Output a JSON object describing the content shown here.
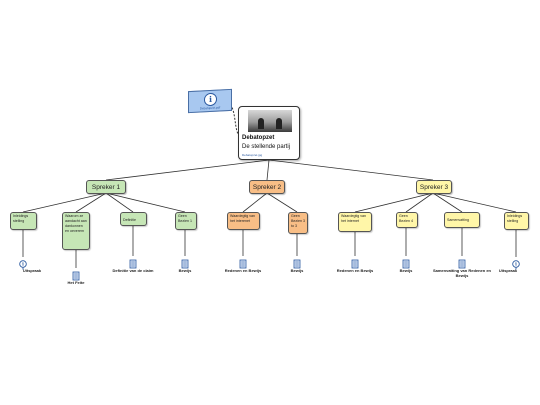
{
  "info_card": {
    "link": "Debatopzet.pdf"
  },
  "root": {
    "title": "Debatopzet",
    "subtitle": "De stellende partij",
    "link": "Debatopzet.jpg"
  },
  "speakers": [
    {
      "label": "Spreker 1",
      "color": "green"
    },
    {
      "label": "Spreker 2",
      "color": "orange"
    },
    {
      "label": "Spreker 3",
      "color": "yellow"
    }
  ],
  "leaves": [
    {
      "label": "Inleidings stelling",
      "color": "green"
    },
    {
      "label": "Waarom ze aandacht aan dankonnen en oeverem",
      "color": "green"
    },
    {
      "label": "Definitie",
      "color": "green"
    },
    {
      "label": "Geen Bezien 1",
      "color": "green"
    },
    {
      "label": "Waardegtig van het interenet",
      "color": "orange"
    },
    {
      "label": "Geen Bezien 3 to 3",
      "color": "orange"
    },
    {
      "label": "Waardegtig van het internet",
      "color": "yellow"
    },
    {
      "label": "Geen Bezien 4",
      "color": "yellow"
    },
    {
      "label": "Samenvatting",
      "color": "yellow"
    },
    {
      "label": "Inleidings stelling",
      "color": "yellow"
    }
  ],
  "resources": [
    {
      "label": "Uitspraak",
      "icon": "info-pin-icon"
    },
    {
      "label": "Het Feite",
      "icon": "document-icon"
    },
    {
      "label": "Definitie van de claim",
      "icon": "document-icon"
    },
    {
      "label": "Bewijs",
      "icon": "document-icon"
    },
    {
      "label": "Redenen en Bewijs",
      "icon": "document-icon"
    },
    {
      "label": "Bewijs",
      "icon": "document-icon"
    },
    {
      "label": "Redenen en Bewijs",
      "icon": "document-icon"
    },
    {
      "label": "Bewijs",
      "icon": "document-icon"
    },
    {
      "label": "Samenvatting van Redenen en Bewijs",
      "icon": "document-icon"
    },
    {
      "label": "Uitspraak",
      "icon": "info-pin-icon"
    }
  ],
  "colors": {
    "green": "#c6e6b6",
    "orange": "#f8be86",
    "yellow": "#fff6a8",
    "link": "#2c5aa0"
  }
}
